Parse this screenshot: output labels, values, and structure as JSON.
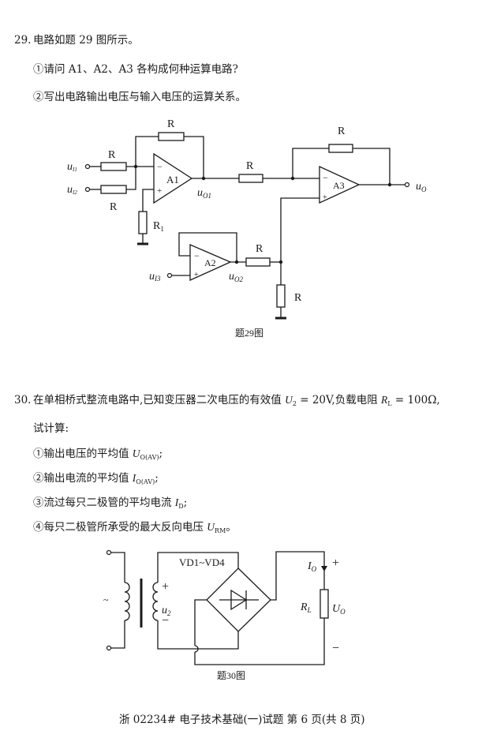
{
  "q29": {
    "number": "29.",
    "stem": "电路如题 29 图所示。",
    "sub1": "①请问 A1、A2、A3 各构成何种运算电路?",
    "sub2": "②写出电路输出电压与输入电压的运算关系。",
    "figure": {
      "caption": "题29图",
      "r_label": "R",
      "r1_label": "R",
      "r1_sub": "1",
      "opamp_a1": "A1",
      "opamp_a2": "A2",
      "opamp_a3": "A3",
      "minus": "−",
      "plus": "+",
      "u_i1": "u",
      "u_i1_sub": "I1",
      "u_i2": "u",
      "u_i2_sub": "I2",
      "u_i3": "u",
      "u_i3_sub": "I3",
      "u_o1": "u",
      "u_o1_sub": "O1",
      "u_o2": "u",
      "u_o2_sub": "O2",
      "u_o": "u",
      "u_o_sub": "O"
    }
  },
  "q30": {
    "number": "30.",
    "stem_a": "在单相桥式整流电路中,已知变压器二次电压的有效值 ",
    "u2_sym": "U",
    "u2_sub": "2",
    "u2_val": " = 20V,负载电阻 ",
    "rl_sym": "R",
    "rl_sub": "L",
    "rl_val": " = 100Ω,",
    "stem_b": "试计算:",
    "items": [
      {
        "prefix": "①输出电压的平均值 ",
        "sym": "U",
        "sub": "O(AV)",
        "suffix": ";"
      },
      {
        "prefix": "②输出电流的平均值 ",
        "sym": "I",
        "sub": "O(AV)",
        "suffix": ";"
      },
      {
        "prefix": "③流过每只二极管的平均电流 ",
        "sym": "I",
        "sub": "D",
        "suffix": ";"
      },
      {
        "prefix": "④每只二极管所承受的最大反向电压 ",
        "sym": "U",
        "sub": "RM",
        "suffix": "。"
      }
    ],
    "figure": {
      "caption": "题30图",
      "bridge_label": "VD1~VD4",
      "ac_symbol": "~",
      "u2": "u",
      "u2_sub": "2",
      "plus": "+",
      "minus": "−",
      "io": "I",
      "io_sub": "O",
      "rl": "R",
      "rl_sub": "L",
      "uo": "U",
      "uo_sub": "O"
    }
  },
  "footer": "浙 02234# 电子技术基础(一)试题 第 6 页(共 8 页)"
}
